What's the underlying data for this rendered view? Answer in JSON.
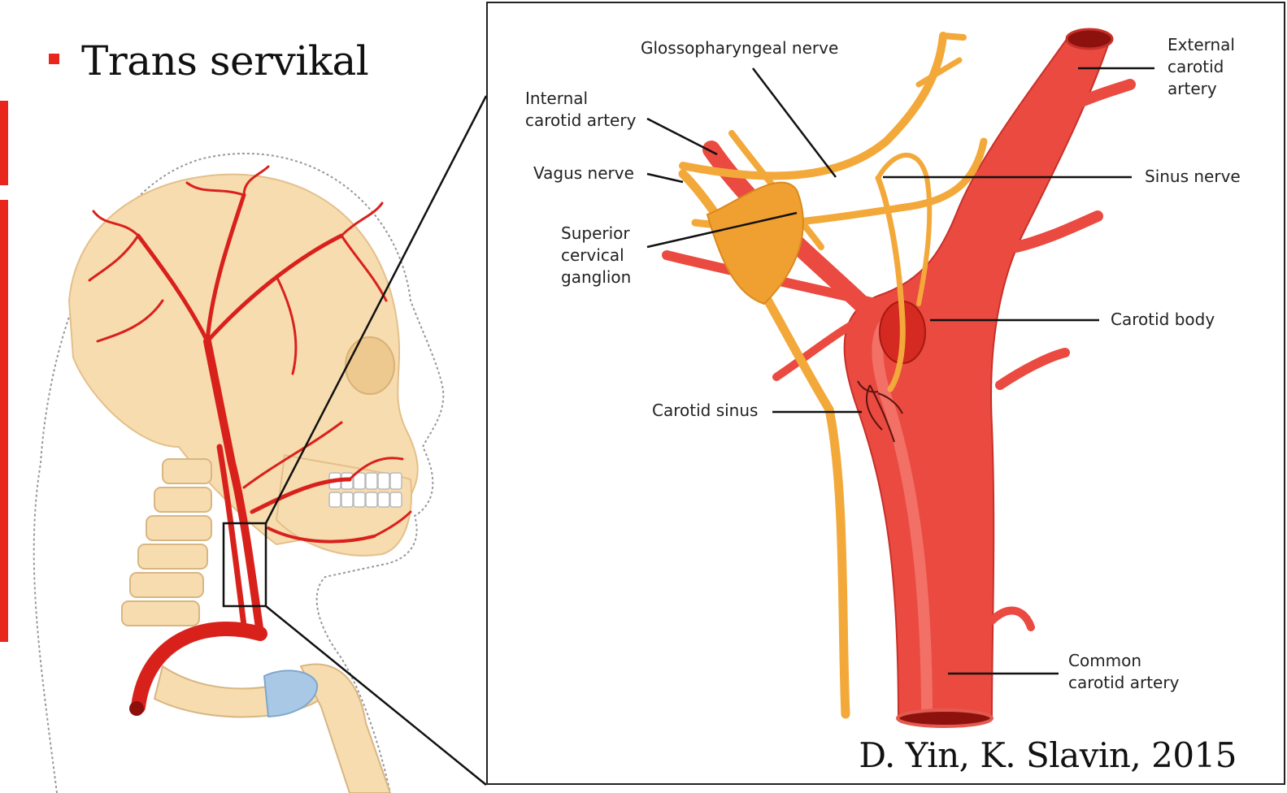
{
  "slide": {
    "title": "Trans servikal",
    "citation": "D. Yin, K. Slavin, 2015"
  },
  "labels": {
    "glossopharyngeal": "Glossopharyngeal nerve",
    "internal_carotid": "Internal\ncarotid artery",
    "vagus": "Vagus nerve",
    "superior_cervical": "Superior\ncervical\nganglion",
    "carotid_sinus": "Carotid sinus",
    "external_carotid": "External\ncarotid\nartery",
    "sinus_nerve": "Sinus nerve",
    "carotid_body": "Carotid body",
    "common_carotid": "Common\ncarotid artery"
  },
  "colors": {
    "accent": "#e8261c",
    "artery": "#e0453d",
    "artery_light": "#f26a5e",
    "nerve": "#f3a83a",
    "skull": "#f7dcb0",
    "vessel_dark": "#cc1f1a"
  },
  "icons": {
    "bullet": "red-square-bullet"
  }
}
